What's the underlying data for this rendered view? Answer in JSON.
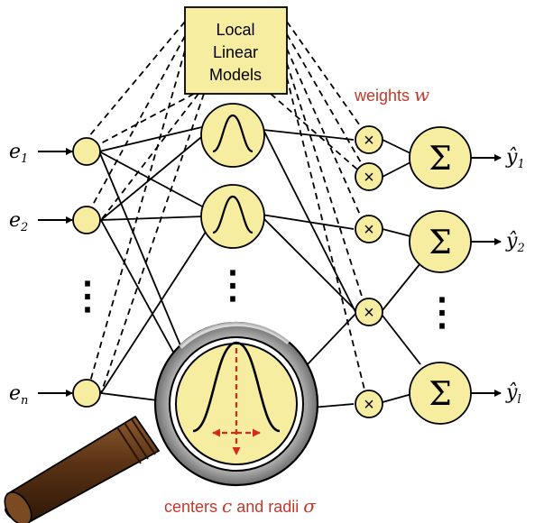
{
  "box": {
    "lines": [
      "Local",
      "Linear",
      "Models"
    ]
  },
  "inputs": [
    {
      "base": "e",
      "sub": "1"
    },
    {
      "base": "e",
      "sub": "2"
    },
    {
      "base": "e",
      "sub": "n"
    }
  ],
  "outputs": [
    {
      "base": "ŷ",
      "sub": "1"
    },
    {
      "base": "ŷ",
      "sub": "2"
    },
    {
      "base": "ŷ",
      "sub": "l"
    }
  ],
  "weights_label": {
    "text": "weights ",
    "symbol": "w"
  },
  "bottom_label": {
    "text1": "centers ",
    "sym1": "c",
    "text2": " and radii ",
    "sym2": "σ"
  },
  "symbols": {
    "multiply": "×",
    "sum": "Σ",
    "vdots": "⋮"
  },
  "colors": {
    "node_fill": "#f7eda0",
    "stroke": "#000000",
    "label_red": "#c0392b",
    "arrow_red": "#d62a1e",
    "lens_ring": "#8e8e8e",
    "handle": "#5a3214"
  }
}
